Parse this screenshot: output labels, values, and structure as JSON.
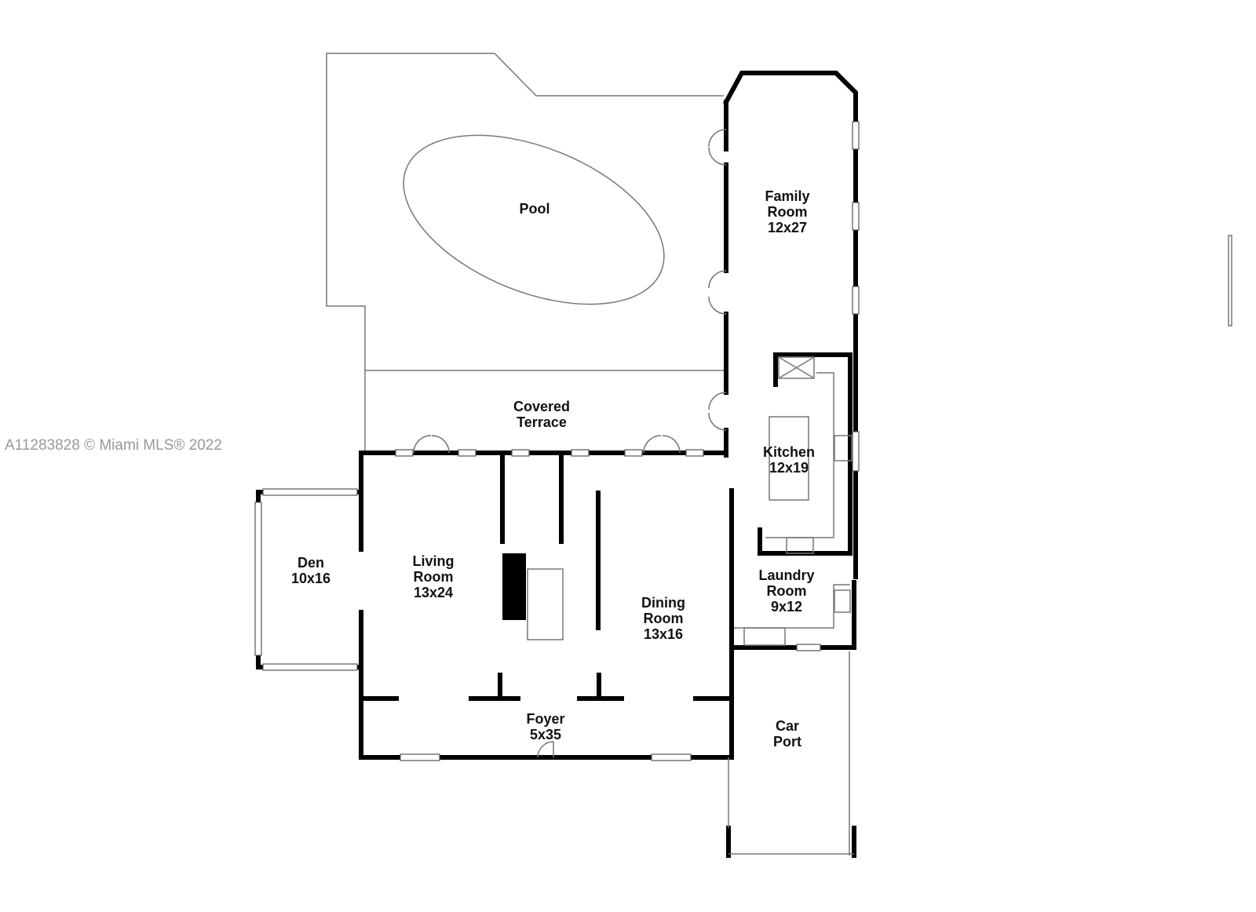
{
  "watermark": "A11283828 © Miami MLS® 2022",
  "rooms": {
    "pool": {
      "name": "Pool"
    },
    "family": {
      "name1": "Family",
      "name2": "Room",
      "size": "12x27"
    },
    "terrace": {
      "name1": "Covered",
      "name2": "Terrace"
    },
    "kitchen": {
      "name": "Kitchen",
      "size": "12x19"
    },
    "den": {
      "name": "Den",
      "size": "10x16"
    },
    "living": {
      "name1": "Living",
      "name2": "Room",
      "size": "13x24"
    },
    "dining": {
      "name1": "Dining",
      "name2": "Room",
      "size": "13x16"
    },
    "laundry": {
      "name1": "Laundry",
      "name2": "Room",
      "size": "9x12"
    },
    "foyer": {
      "name": "Foyer",
      "size": "5x35"
    },
    "carport": {
      "name1": "Car",
      "name2": "Port"
    }
  }
}
